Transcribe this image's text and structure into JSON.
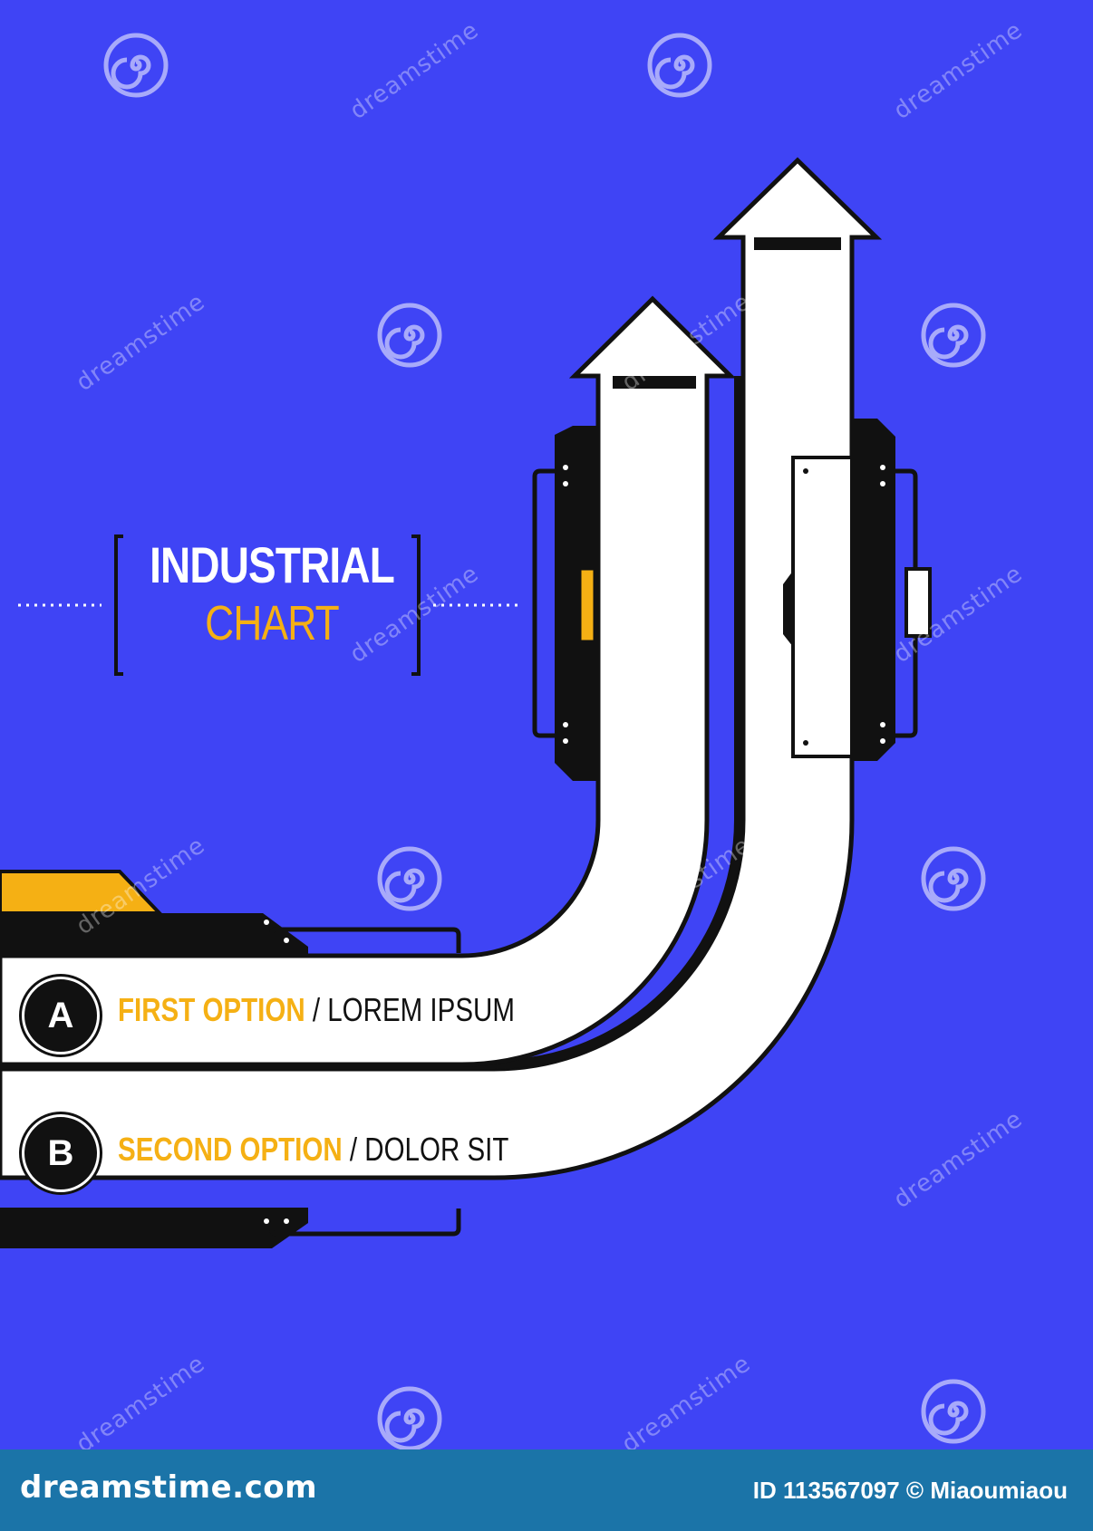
{
  "title": {
    "line1": "INDUSTRIAL",
    "line2": "CHART"
  },
  "options": [
    {
      "badge": "A",
      "name": "FIRST OPTION",
      "separator": " / ",
      "description": "LOREM IPSUM"
    },
    {
      "badge": "B",
      "name": "SECOND OPTION",
      "separator": " / ",
      "description": "DOLOR SIT"
    }
  ],
  "colors": {
    "background": "#3f44f5",
    "accent_yellow": "#f5b014",
    "arrow_fill": "#ffffff",
    "outline": "#111111",
    "footer": "#1b74a8"
  },
  "icons": {
    "watermark": "swirl-logo-icon",
    "arrows": "up-arrow-icon"
  },
  "watermark": {
    "text": "dreamstime"
  },
  "footer": {
    "brand": "dreamstime.com",
    "credit": "ID 113567097 © Miaoumiaou"
  }
}
